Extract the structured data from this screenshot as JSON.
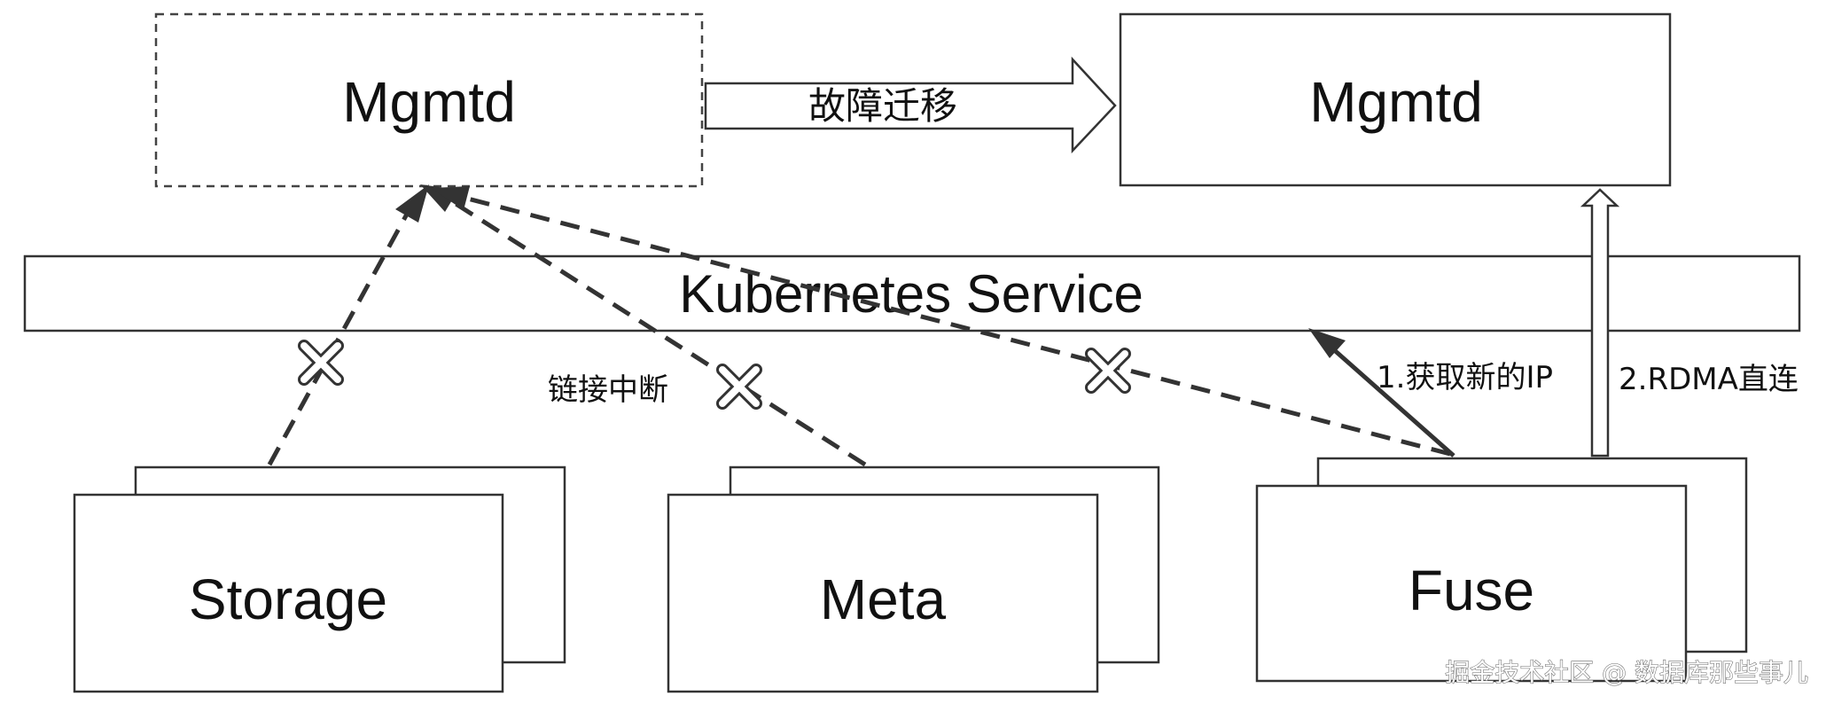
{
  "nodes": {
    "mgmtd_old": "Mgmtd",
    "mgmtd_new": "Mgmtd",
    "storage": "Storage",
    "meta": "Meta",
    "fuse": "Fuse"
  },
  "service": {
    "label": "Kubernetes Service"
  },
  "edges": {
    "failover": "故障迁移",
    "link_broken": "链接中断",
    "get_new_ip": "1.获取新的IP",
    "rdma_direct": "2.RDMA直连"
  },
  "watermark": "掘金技术社区 @ 数据库那些事儿"
}
